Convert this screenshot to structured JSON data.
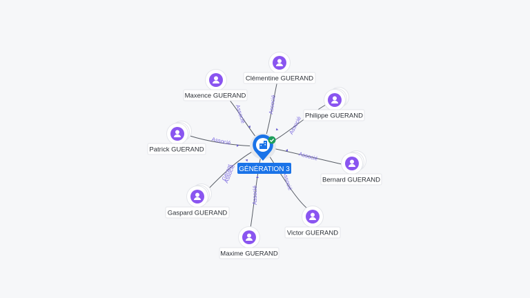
{
  "company": {
    "label": "GÉNÉRATION 3",
    "verified": true,
    "icon": "building-icon",
    "color": "#1a73e8"
  },
  "people": [
    {
      "id": "clementine",
      "name": "Clémentine GUERAND",
      "relation": "Associé",
      "stacked": false
    },
    {
      "id": "maxence",
      "name": "Maxence GUERAND",
      "relation": "Associé",
      "stacked": false
    },
    {
      "id": "philippe",
      "name": "Philippe GUERAND",
      "relation": "Associé",
      "stacked": true
    },
    {
      "id": "patrick",
      "name": "Patrick GUERAND",
      "relation": "Associé",
      "stacked": true
    },
    {
      "id": "bernard",
      "name": "Bernard GUERAND",
      "relation": "Associé",
      "stacked": true
    },
    {
      "id": "gaspard",
      "name": "Gaspard GUERAND",
      "relation": "Associé",
      "relation_secondary": "Gérant",
      "stacked": true
    },
    {
      "id": "victor",
      "name": "Victor GUERAND",
      "relation": "Associé",
      "stacked": false
    },
    {
      "id": "maxime",
      "name": "Maxime GUERAND",
      "relation": "Associé",
      "stacked": false
    }
  ],
  "colors": {
    "person_node": "#8a55f0",
    "edge_label": "#7d6be0",
    "verified_badge": "#1e9e5a"
  }
}
